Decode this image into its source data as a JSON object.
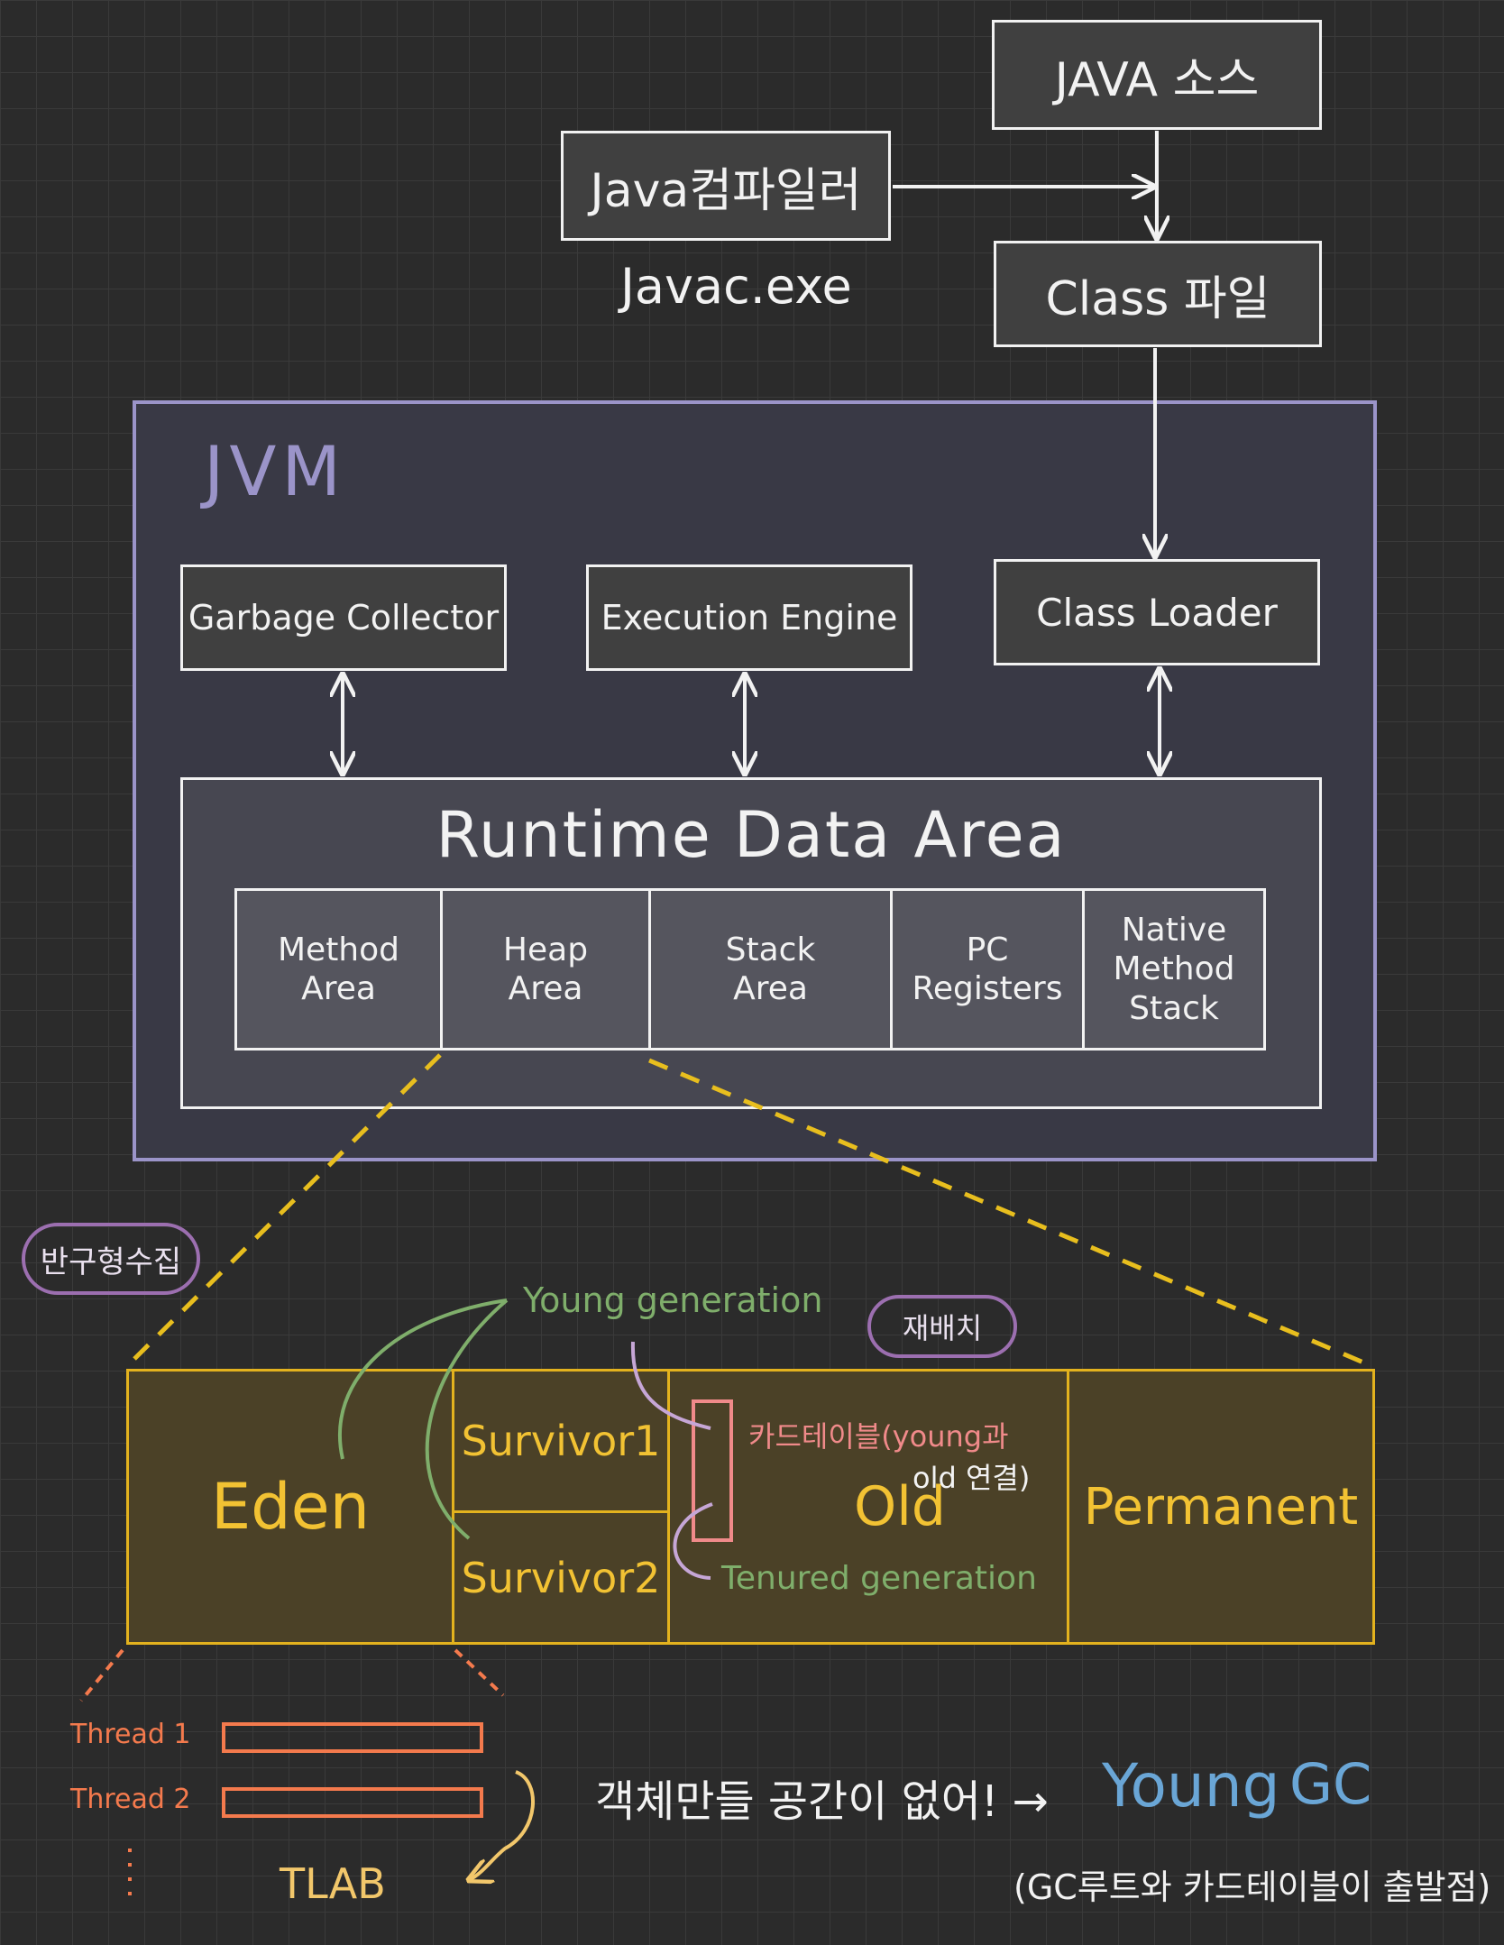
{
  "top": {
    "java_source": "JAVA 소스",
    "java_compiler": "Java컴파일러",
    "javac": "Javac.exe",
    "class_file": "Class 파일"
  },
  "jvm": {
    "title": "JVM",
    "garbage_collector": "Garbage Collector",
    "execution_engine": "Execution Engine",
    "class_loader": "Class Loader",
    "runtime_data_area": {
      "title": "Runtime Data Area",
      "areas": [
        "Method\nArea",
        "Heap\nArea",
        "Stack\nArea",
        "PC\nRegisters",
        "Native\nMethod\nStack"
      ]
    }
  },
  "heap": {
    "badge_left": "반구형수집",
    "badge_right": "재배치",
    "young_generation": "Young generation",
    "eden": "Eden",
    "survivor1": "Survivor1",
    "survivor2": "Survivor2",
    "old": "Old",
    "card_table_line1": "카드테이블(young과",
    "card_table_line2": "old 연결)",
    "tenured_generation": "Tenured generation",
    "permanent": "Permanent"
  },
  "tlab": {
    "thread1": "Thread 1",
    "thread2": "Thread 2",
    "label": "TLAB"
  },
  "notes": {
    "no_space": "객체만들 공간이 없어! →",
    "young": "Young",
    "gc": "GC",
    "gc_root": "(GC루트와 카드테이블이 출발점)"
  },
  "colors": {
    "background": "#2b2b2b",
    "jvm_border": "#9b94c9",
    "heap_border": "#e3b21e",
    "young_green": "#7fae6b",
    "badge_purple": "#9c6fb0",
    "thread_orange": "#f47a4d",
    "young_gc_blue": "#6aa6d6",
    "card_table_pink": "#f08a8a"
  }
}
